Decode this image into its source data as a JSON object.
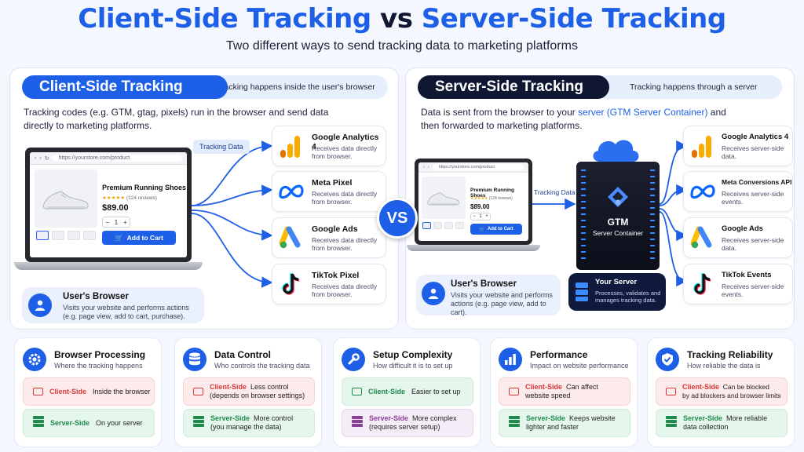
{
  "header": {
    "title_part1": "Client-Side Tracking",
    "title_vs": "vs",
    "title_part2": "Server-Side Tracking",
    "subtitle": "Two different ways to send tracking data to marketing platforms"
  },
  "vs_label": "VS",
  "client": {
    "pill": "Client-Side Tracking",
    "pill_note": "Tracking happens inside the user's browser",
    "desc_line1": "Tracking codes (e.g. GTM, gtag, pixels) run in the browser and send data",
    "desc_line2": "directly to marketing platforms.",
    "tracking_tag": "Tracking Data",
    "browser": {
      "url": "https://yourstore.com/product",
      "product_name": "Premium Running Shoes",
      "rating": "★★★★★",
      "reviews": "(124 reviews)",
      "price": "$89.00",
      "qty_minus": "−",
      "qty_value": "1",
      "qty_plus": "+",
      "add_to_cart": "Add to Cart"
    },
    "user_box": {
      "title": "User's Browser",
      "desc_line1": "Visits your website and performs actions",
      "desc_line2": "(e.g. page view, add to cart, purchase)."
    },
    "platforms": [
      {
        "name": "Google Analytics 4",
        "desc_line1": "Receives data directly",
        "desc_line2": "from browser.",
        "icon": "google-analytics-icon"
      },
      {
        "name": "Meta Pixel",
        "desc_line1": "Receives data directly",
        "desc_line2": "from browser.",
        "icon": "meta-icon"
      },
      {
        "name": "Google Ads",
        "desc_line1": "Receives data directly",
        "desc_line2": "from browser.",
        "icon": "google-ads-icon"
      },
      {
        "name": "TikTok Pixel",
        "desc_line1": "Receives data directly",
        "desc_line2": "from browser.",
        "icon": "tiktok-icon"
      }
    ]
  },
  "server": {
    "pill": "Server-Side Tracking",
    "pill_note": "Tracking happens through a server",
    "desc_line1_a": "Data is sent from the browser to your ",
    "desc_line1_b": "server (GTM Server Container)",
    "desc_line1_c": " and",
    "desc_line2": "then forwarded to marketing platforms.",
    "tracking_tag": "Tracking Data",
    "gtm_title": "GTM",
    "gtm_sub": "Server Container",
    "your_server": {
      "title": "Your Server",
      "desc_line1": "Processes, validates and",
      "desc_line2": "manages tracking data."
    },
    "browser": {
      "url": "https://yourstore.com/product",
      "product_name": "Premium Running Shoes",
      "rating": "★★★★★",
      "reviews": "(124 reviews)",
      "price": "$89.00",
      "qty_minus": "−",
      "qty_value": "1",
      "qty_plus": "+",
      "add_to_cart": "Add to Cart"
    },
    "user_box": {
      "title": "User's Browser",
      "desc_line1": "Visits your website and performs",
      "desc_line2": "actions (e.g. page view, add to cart)."
    },
    "platforms": [
      {
        "name": "Google Analytics 4",
        "desc_line1": "Receives server-side",
        "desc_line2": "data.",
        "icon": "google-analytics-icon"
      },
      {
        "name": "Meta Conversions API",
        "desc_line1": "Receives server-side",
        "desc_line2": "events.",
        "icon": "meta-icon"
      },
      {
        "name": "Google Ads",
        "desc_line1": "Receives server-side",
        "desc_line2": "data.",
        "icon": "google-ads-icon"
      },
      {
        "name": "TikTok Events",
        "desc_line1": "Receives server-side",
        "desc_line2": "events.",
        "icon": "tiktok-icon"
      }
    ]
  },
  "comparison": [
    {
      "title": "Browser Processing",
      "subtitle": "Where the tracking happens",
      "icon": "gear-icon",
      "client_label": "Client-Side",
      "client_text_1": "Inside the browser",
      "client_text_2": "",
      "server_label": "Server-Side",
      "server_text_1": "On your server",
      "server_text_2": ""
    },
    {
      "title": "Data Control",
      "subtitle": "Who controls the tracking data",
      "icon": "database-icon",
      "client_label": "Client-Side",
      "client_text_1": "Less control",
      "client_text_2": "(depends on browser settings)",
      "server_label": "Server-Side",
      "server_text_1": "More control",
      "server_text_2": "(you manage the data)"
    },
    {
      "title": "Setup Complexity",
      "subtitle": "How difficult it is to set up",
      "icon": "wrench-icon",
      "client_label": "Client-Side",
      "client_text_1": "Easier to set up",
      "client_text_2": "",
      "server_label": "Server-Side",
      "server_text_1": "More complex",
      "server_text_2": "(requires server setup)"
    },
    {
      "title": "Performance",
      "subtitle": "Impact on website performance",
      "icon": "bar-chart-icon",
      "client_label": "Client-Side",
      "client_text_1": "Can affect",
      "client_text_2": "website speed",
      "server_label": "Server-Side",
      "server_text_1": "Keeps website",
      "server_text_2": "lighter and faster"
    },
    {
      "title": "Tracking Reliability",
      "subtitle": "How reliable the data is",
      "icon": "shield-check-icon",
      "client_label": "Client-Side",
      "client_text_1": "Can be blocked",
      "client_text_2": "by ad blockers and browser limits",
      "server_label": "Server-Side",
      "server_text_1": "More reliable",
      "server_text_2": "data collection"
    }
  ],
  "colors": {
    "accent_blue": "#1d5fe6",
    "dark_navy": "#0f1733",
    "client_red": "#d83a3a",
    "server_green": "#1f8a4c"
  }
}
